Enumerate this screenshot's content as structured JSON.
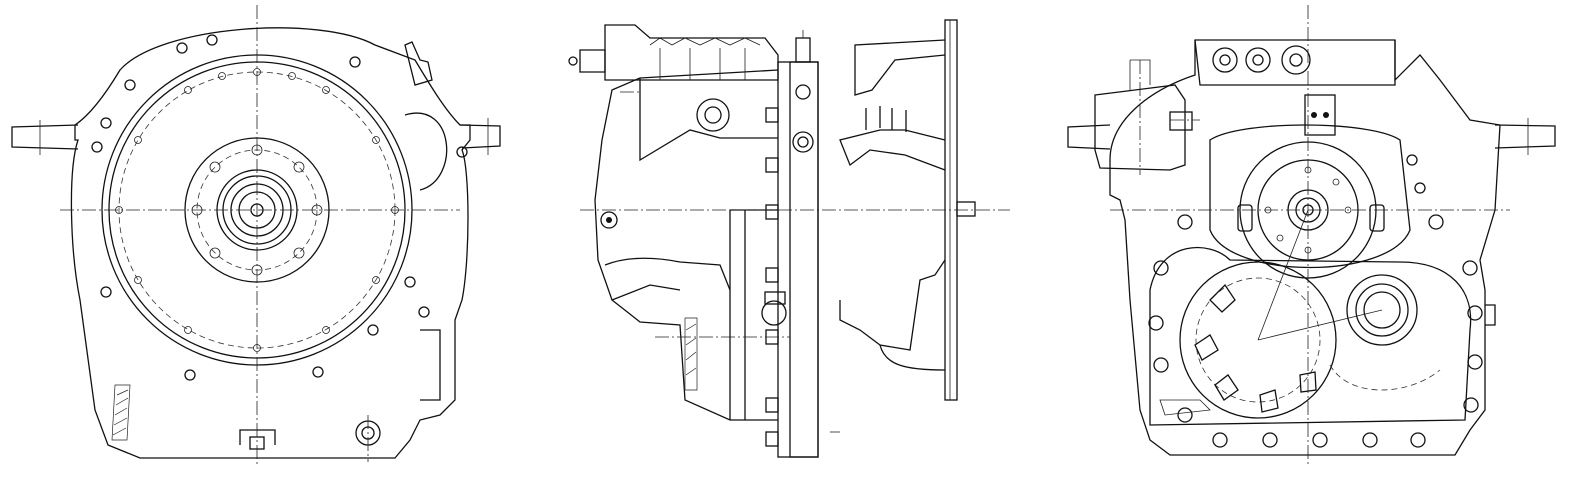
{
  "colors": {
    "background": "#ffffff",
    "line": "#111111"
  },
  "views": [
    {
      "id": "front",
      "shape": "gearbox-front-elevation"
    },
    {
      "id": "side",
      "shape": "gearbox-side-elevation"
    },
    {
      "id": "rear",
      "shape": "gearbox-rear-elevation"
    }
  ]
}
